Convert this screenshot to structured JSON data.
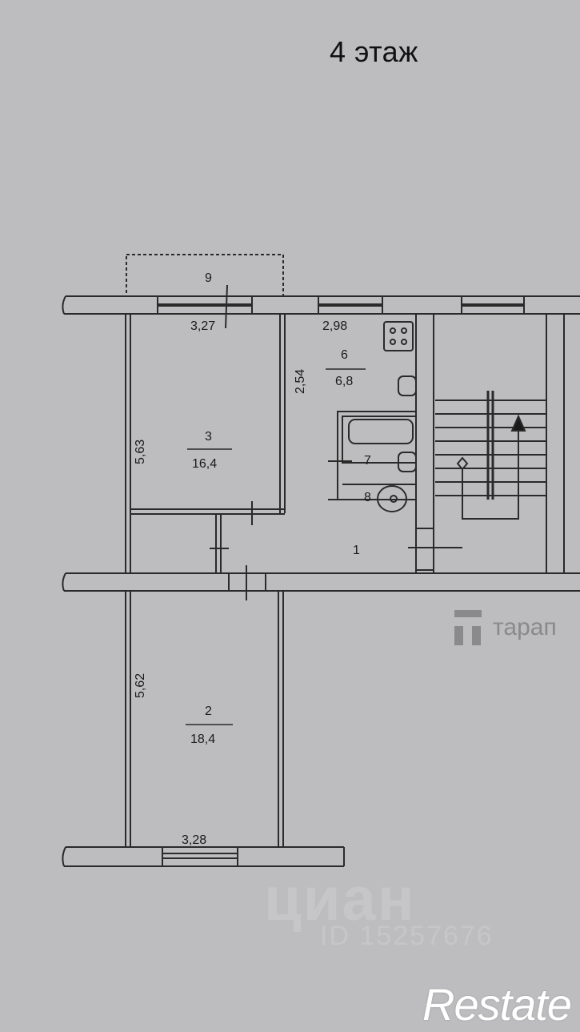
{
  "title": "4 этаж",
  "rooms": [
    {
      "id": "1",
      "label": "1",
      "area": null
    },
    {
      "id": "2",
      "label": "2",
      "area": "18,4"
    },
    {
      "id": "3",
      "label": "3",
      "area": "16,4"
    },
    {
      "id": "6",
      "label": "6",
      "area": "6,8"
    },
    {
      "id": "7",
      "label": "7",
      "area": null
    },
    {
      "id": "8",
      "label": "8",
      "area": null
    },
    {
      "id": "9",
      "label": "9",
      "area": null
    }
  ],
  "dimensions": {
    "room3_width": "3,27",
    "room6_width": "2,98",
    "room6_depth": "2,54",
    "room3_depth": "5,63",
    "room2_depth": "5,62",
    "room2_width": "3,28"
  },
  "watermarks": {
    "tarap": "тарап",
    "cian": "циан",
    "cian_id": "ID 15257676",
    "restate": "Restate"
  },
  "colors": {
    "background": "#bdbdbf",
    "lines": "#2a2a2a"
  }
}
